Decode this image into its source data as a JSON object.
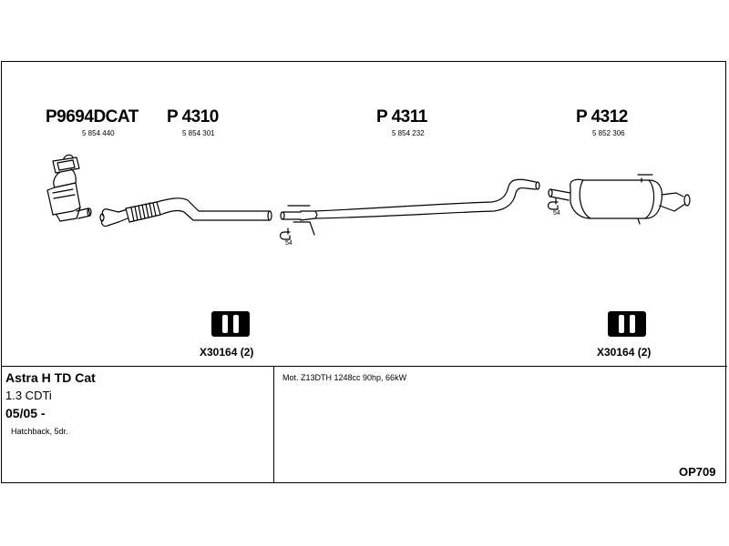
{
  "parts": [
    {
      "code": "P9694DCAT",
      "oem": "5 854 440"
    },
    {
      "code": "P 4310",
      "oem": "5 854 301"
    },
    {
      "code": "P 4311",
      "oem": "5 854 232"
    },
    {
      "code": "P 4312",
      "oem": "5 852 306"
    }
  ],
  "clamps": [
    "54",
    "54"
  ],
  "hangers": [
    "X30164 (2)",
    "X30164 (2)"
  ],
  "vehicle": {
    "model": "Astra H TD Cat",
    "engine": "1.3 CDTi",
    "date": "05/05 -",
    "body": "Hatchback, 5dr."
  },
  "motor": "Mot. Z13DTH 1248cc 90hp, 66kW",
  "ref": "OP709"
}
